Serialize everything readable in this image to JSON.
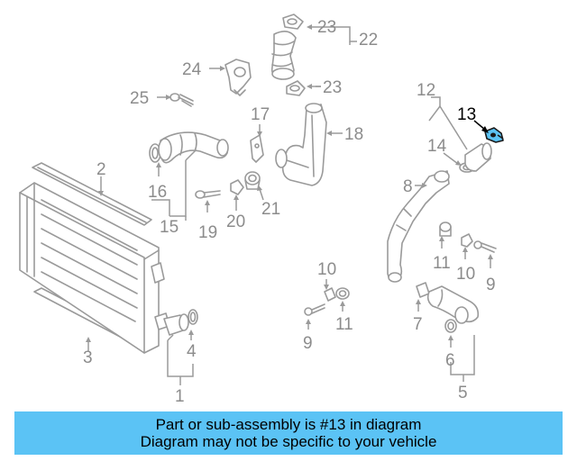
{
  "callouts": {
    "c1": "1",
    "c2": "2",
    "c3": "3",
    "c4": "4",
    "c5": "5",
    "c6": "6",
    "c7": "7",
    "c8": "8",
    "c9a": "9",
    "c9b": "9",
    "c10a": "10",
    "c10b": "10",
    "c11a": "11",
    "c11b": "11",
    "c12": "12",
    "c13": "13",
    "c14": "14",
    "c15": "15",
    "c16": "16",
    "c17": "17",
    "c18": "18",
    "c19": "19",
    "c20": "20",
    "c21": "21",
    "c22": "22",
    "c23a": "23",
    "c23b": "23",
    "c24": "24",
    "c25": "25"
  },
  "highlight": {
    "part": "13",
    "color": "#5bc3f5"
  },
  "banner": {
    "line1": "Part or sub-assembly is #13 in diagram",
    "line2": "Diagram may not be specific to your vehicle",
    "color": "#5bc3f5"
  }
}
